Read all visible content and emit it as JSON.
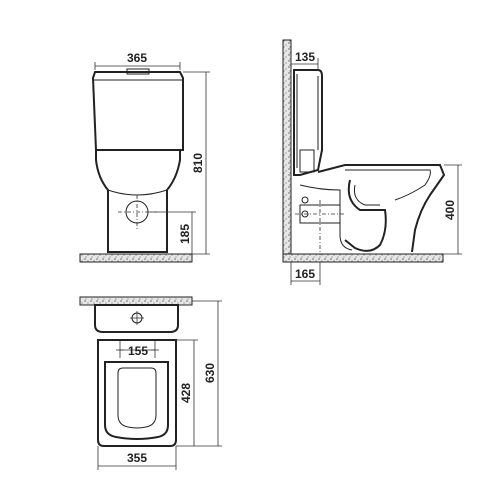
{
  "front_view": {
    "width_label": "365",
    "height_label": "810",
    "outlet_height_label": "185"
  },
  "side_view": {
    "tank_depth_label": "135",
    "outlet_height_label": "400",
    "outlet_offset_label": "165"
  },
  "top_view": {
    "length_label": "630",
    "seat_label": "428",
    "hole_spacing_label": "155",
    "width_label": "355"
  }
}
